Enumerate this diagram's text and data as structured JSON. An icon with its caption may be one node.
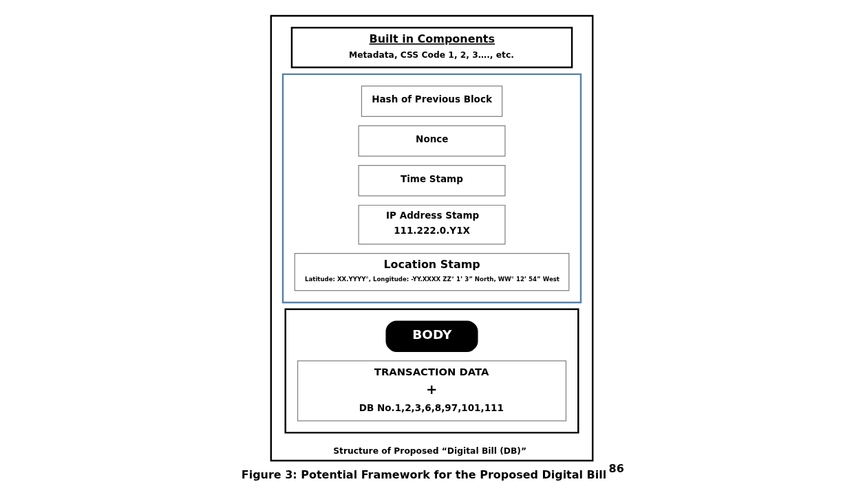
{
  "diagram": {
    "title": "Figure 3: Potential Framework for the Proposed Digital Bill$^{86}$",
    "nodes": [
      {
        "text": [
          "Structure of Proposed “Digital Bill (DB)”"
        ]
      },
      {
        "text": [
          "Built in Components",
          "Metadata, CSS Code 1, 2, 3…., etc."
        ],
        "in": 0
      },
      {
        "text": [],
        "shape": "box",
        "in": 0
      },
      {
        "text": [
          "Hash of Previous Block"
        ],
        "in": 2
      },
      {
        "text": [
          "Nonce"
        ],
        "in": 2
      },
      {
        "text": [
          "Time Stamp"
        ],
        "in": 2
      },
      {
        "text": [
          "IP Address Stamp",
          "111.222.0.Y1X"
        ],
        "in": 2
      },
      {
        "text": [
          "Location Stamp",
          "Latitude: XX.YYYY°, Longitude: -YY.XXXX ZZ° 1’ 3” North, WW° 12’ 54” West"
        ],
        "in": 2
      },
      {
        "text": [],
        "shape": "box",
        "in": 0
      },
      {
        "text": [
          "BODY"
        ],
        "in": 8
      },
      {
        "text": [
          "TRANSACTION DATA",
          "+",
          "DB No.1,2,3,6,8,97,101,111"
        ],
        "in": 8
      }
    ],
    "edges": []
  }
}
